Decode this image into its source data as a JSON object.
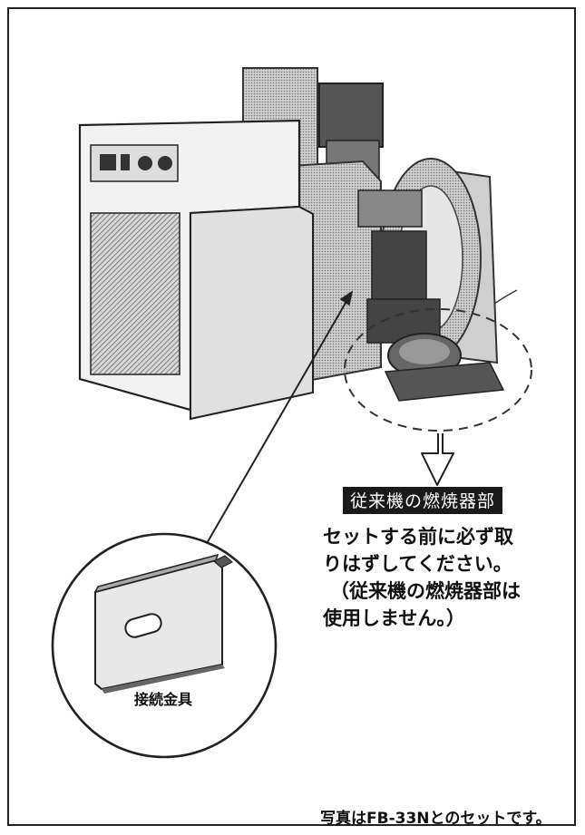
{
  "burner_label": "従来機の燃焼器部",
  "instruction": {
    "line1": "セットする前に必ず取",
    "line2": "りはずしてください。",
    "line3": "（従来機の燃焼器部は",
    "line4": "使用しません。）"
  },
  "part_label": "接続金具",
  "caption": "写真はFB-33Nとのセットです。"
}
